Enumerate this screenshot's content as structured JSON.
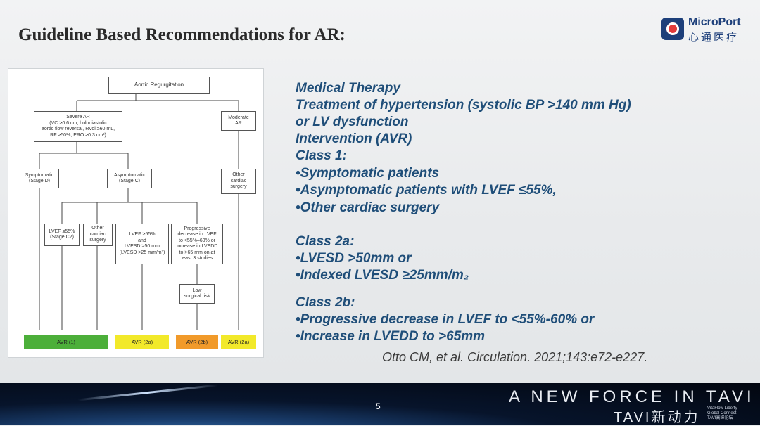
{
  "slide": {
    "title": "Guideline Based Recommendations for AR:"
  },
  "logo": {
    "name_en": "MicroPort",
    "name_cn": "心通医疗"
  },
  "flowchart": {
    "top": "Aortic Regurgitation",
    "severe": "Severe AR\n(VC >0.6 cm, holodiastolic\naortic flow reversal, RVol ≥60 mL,\nRF ≥50%, ERO ≥0.3 cm²)",
    "moderate": "Moderate\nAR",
    "symptomatic": "Symptomatic\n(Stage D)",
    "asymptomatic": "Asymptomatic\n(Stage C)",
    "other_mod": "Other\ncardiac\nsurgery",
    "lvef55": "LVEF ≤55%\n(Stage C2)",
    "other_sev": "Other\ncardiac\nsurgery",
    "lvesd": "LVEF >55%\nand\nLVESD >50 mm\n(LVESD >25 mm/m²)",
    "progressive": "Progressive\ndecrease in LVEF\nto <55%–60% or\nincrease in LVEDD\nto >65 mm on at\nleast 3 studies",
    "lowrisk": "Low\nsurgical risk",
    "avr1": "AVR (1)",
    "avr2a": "AVR (2a)",
    "avr2b": "AVR (2b)",
    "avr2a_mod": "AVR (2a)",
    "colors": {
      "class1": "#4caf3a",
      "class2a": "#f2e92a",
      "class2b": "#f19a2a"
    }
  },
  "recommendations": [
    "Medical Therapy",
    "Treatment of hypertension  (systolic BP >140 mm Hg)",
    "or LV dysfunction",
    "Intervention (AVR)",
    "Class 1:",
    "•Symptomatic patients",
    "•Asymptomatic patients with LVEF ≤55%,",
    "•Other cardiac surgery",
    "Class 2a:",
    "•LVESD >50mm or",
    "•Indexed LVESD ≥25mm/m₂",
    "Class 2b:",
    "•Progressive decrease in LVEF to <55%-60% or",
    "•Increase in LVEDD to >65mm"
  ],
  "citation": "Otto CM, et al. Circulation. 2021;143:e72-e227.",
  "footer": {
    "page_number": "5",
    "tagline": "A NEW FORCE IN TAVI",
    "subtag": "TAVI新动力",
    "small": "VitaFlow Liberty\nGlobal Connect\nTAVI高峰论坛"
  }
}
